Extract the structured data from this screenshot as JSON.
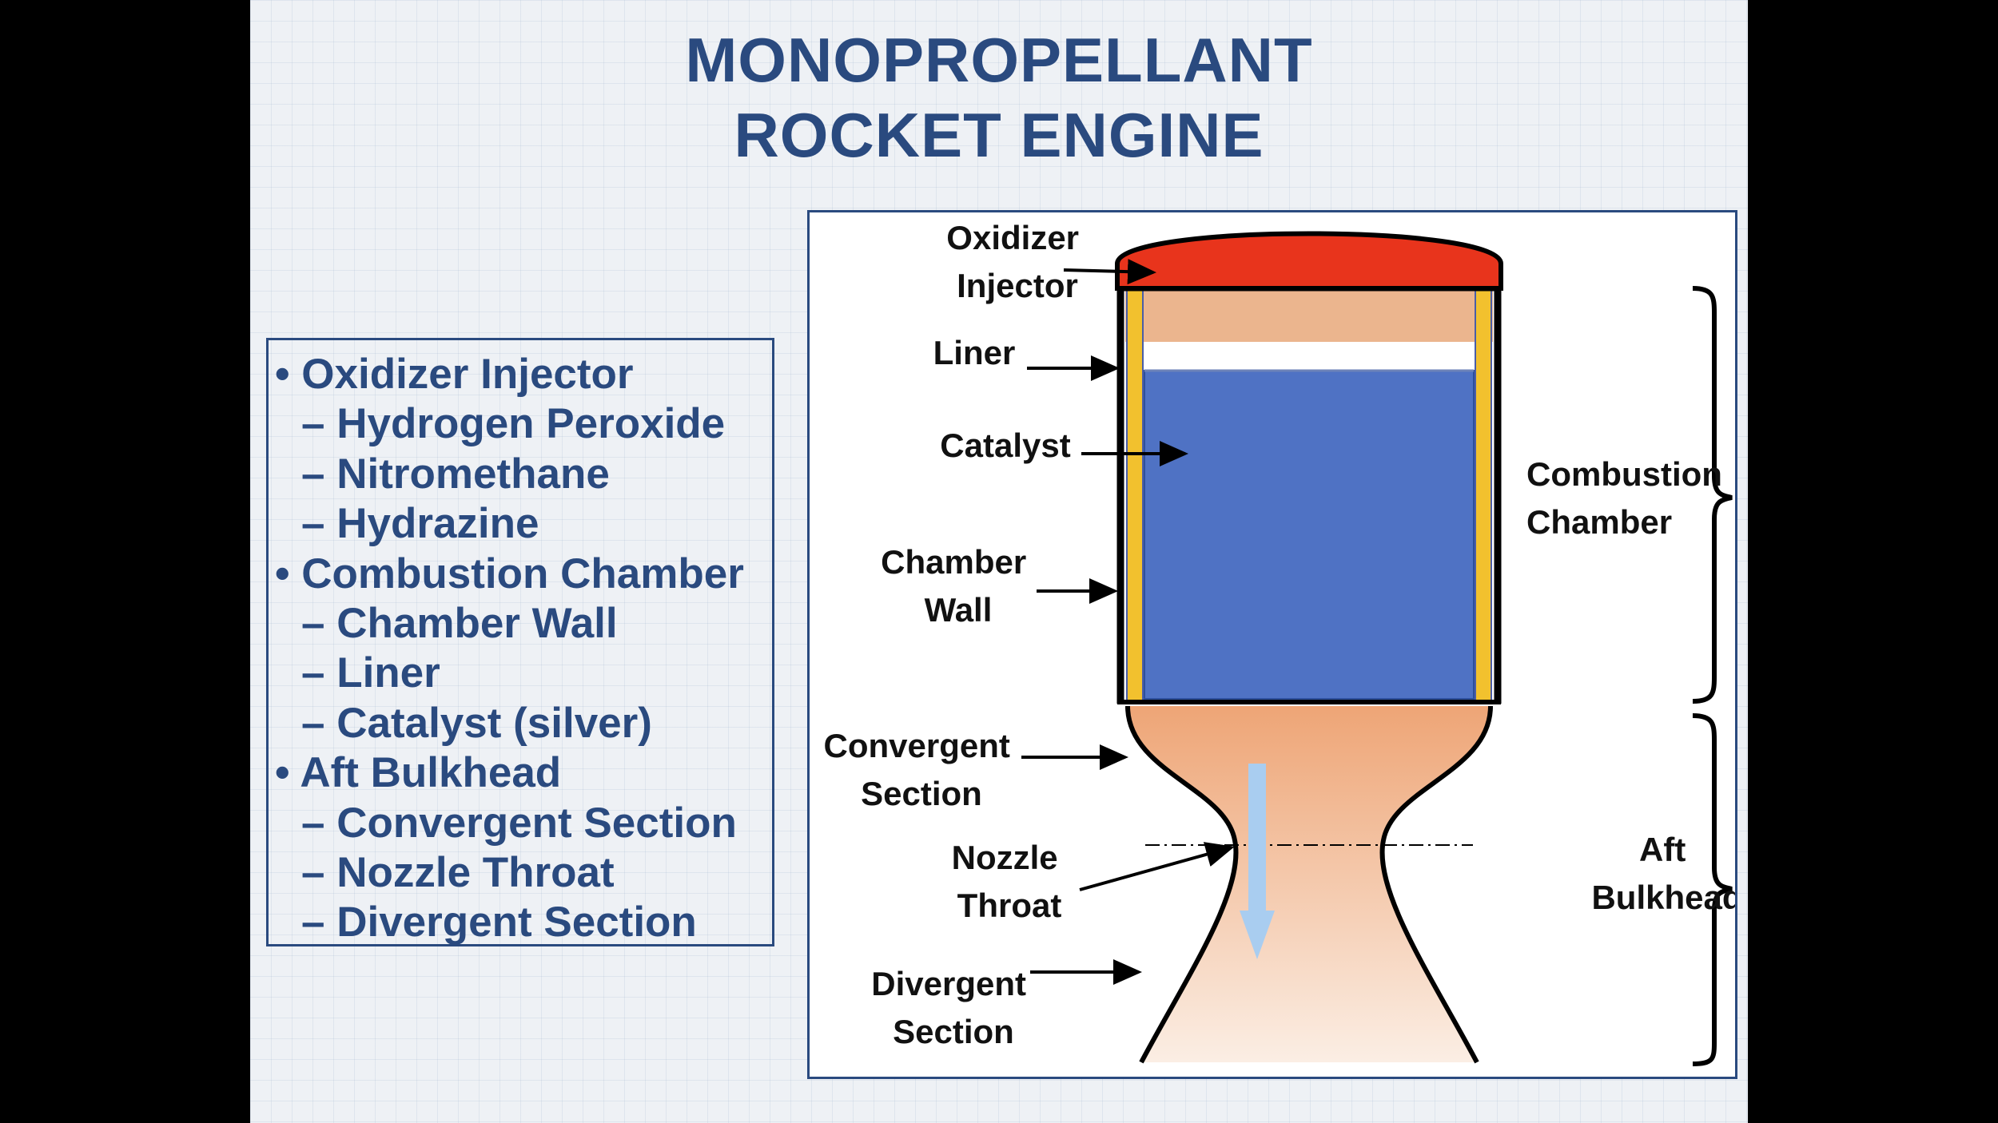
{
  "title": {
    "line1": "MONOPROPELLANT",
    "line2": "ROCKET ENGINE"
  },
  "outline": [
    {
      "text": "• Oxidizer Injector",
      "level": 0
    },
    {
      "text": "– Hydrogen Peroxide",
      "level": 1
    },
    {
      "text": "– Nitromethane",
      "level": 1
    },
    {
      "text": "– Hydrazine",
      "level": 1
    },
    {
      "text": "• Combustion Chamber",
      "level": 0
    },
    {
      "text": "– Chamber Wall",
      "level": 1
    },
    {
      "text": "– Liner",
      "level": 1
    },
    {
      "text": "– Catalyst (silver)",
      "level": 1
    },
    {
      "text": "• Aft Bulkhead",
      "level": 0
    },
    {
      "text": "– Convergent Section",
      "level": 1
    },
    {
      "text": "– Nozzle Throat",
      "level": 1
    },
    {
      "text": "– Divergent Section",
      "level": 1
    }
  ],
  "diagram": {
    "labels": {
      "oxidizer_injector": [
        "Oxidizer",
        "Injector"
      ],
      "liner": [
        "Liner"
      ],
      "catalyst": [
        "Catalyst"
      ],
      "chamber_wall": [
        "Chamber",
        "Wall"
      ],
      "convergent_section": [
        "Convergent",
        "Section"
      ],
      "nozzle_throat": [
        "Nozzle",
        "Throat"
      ],
      "divergent_section": [
        "Divergent",
        "Section"
      ],
      "combustion_chamber": [
        "Combustion",
        "Chamber"
      ],
      "aft_bulkhead": [
        "Aft",
        "Bulkhead"
      ]
    },
    "colors": {
      "injector": "#e8341c",
      "liner": "#f2c12e",
      "catalyst": "#4f72c4",
      "chamber_top": "#ebb58e",
      "nozzle_gradient_top": "#eea576",
      "nozzle_gradient_bottom": "#fbeee4",
      "flow_arrow": "#a9cdf0",
      "title": "#2a4a7f"
    }
  }
}
